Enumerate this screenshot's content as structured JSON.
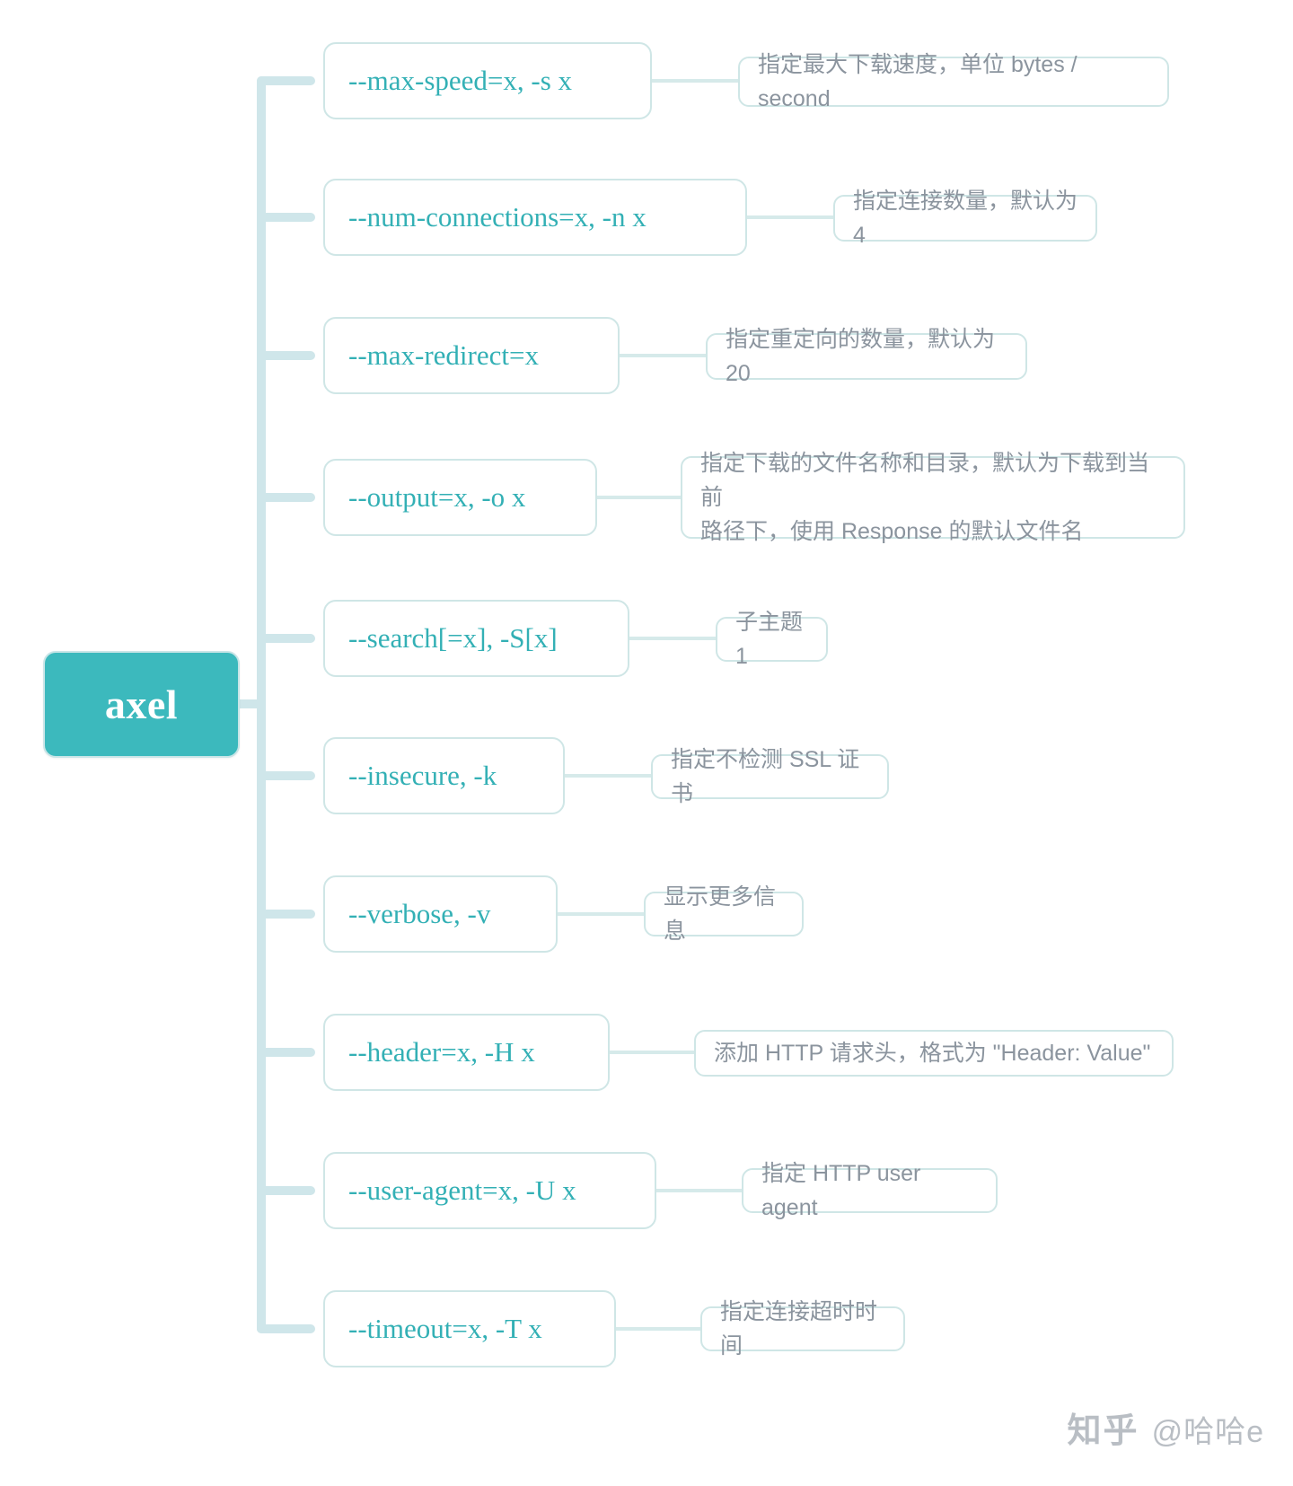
{
  "root": {
    "label": "axel"
  },
  "theme": {
    "root_fill": "#3cb9bd",
    "root_text": "#ffffff",
    "node_border": "#cfe6e6",
    "node_text": "#33b0b5",
    "desc_text": "#8b949e",
    "wire": "#cfe6ea",
    "background": "#ffffff"
  },
  "branches": [
    {
      "option": "--max-speed=x, -s x",
      "description": "指定最大下载速度，单位 bytes / second"
    },
    {
      "option": "--num-connections=x, -n x",
      "description": "指定连接数量，默认为4"
    },
    {
      "option": "--max-redirect=x",
      "description": "指定重定向的数量，默认为20"
    },
    {
      "option": "--output=x, -o x",
      "description": "指定下载的文件名称和目录，默认为下载到当前\n路径下，使用 Response 的默认文件名"
    },
    {
      "option": "--search[=x], -S[x]",
      "description": "子主题 1"
    },
    {
      "option": "--insecure, -k",
      "description": "指定不检测 SSL 证书"
    },
    {
      "option": "--verbose, -v",
      "description": "显示更多信息"
    },
    {
      "option": "--header=x, -H x",
      "description": "添加 HTTP 请求头，格式为 \"Header: Value\""
    },
    {
      "option": "--user-agent=x, -U x",
      "description": "指定 HTTP user agent"
    },
    {
      "option": "--timeout=x, -T x",
      "description": "指定连接超时时间"
    }
  ],
  "watermark": {
    "brand": "知乎",
    "user": "@哈哈e"
  }
}
